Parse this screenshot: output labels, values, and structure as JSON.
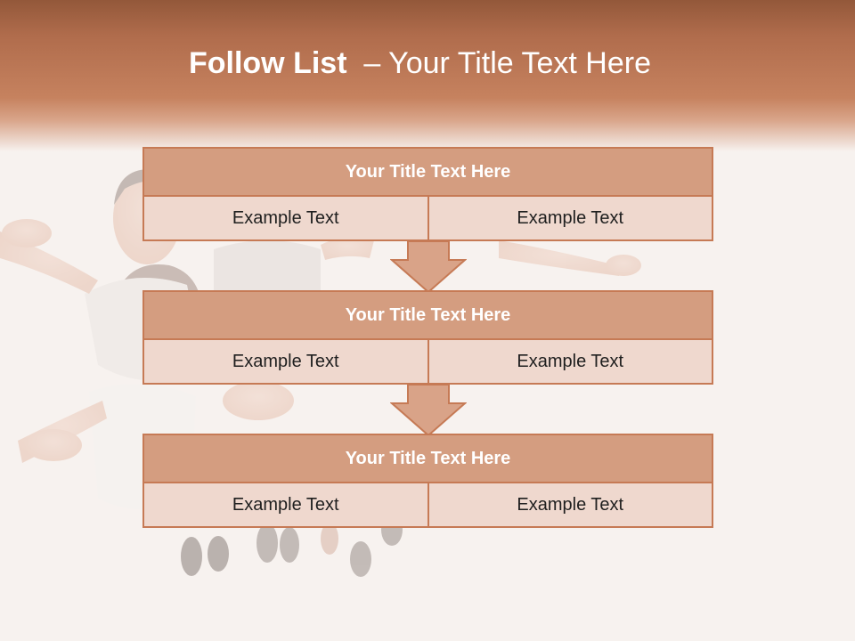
{
  "title": {
    "bold": "Follow List",
    "light": "  – Your Title Text Here"
  },
  "blocks": [
    {
      "title": "Your Title Text Here",
      "left": "Example Text",
      "right": "Example Text"
    },
    {
      "title": "Your Title Text Here",
      "left": "Example Text",
      "right": "Example Text"
    },
    {
      "title": "Your Title Text Here",
      "left": "Example Text",
      "right": "Example Text"
    }
  ],
  "colors": {
    "accent": "#c67a55",
    "title_fill": "#d49d80",
    "cell_fill": "#efd8ce",
    "header_band": "#b06c4c"
  },
  "icons": [
    "down-arrow-icon",
    "down-arrow-icon"
  ]
}
